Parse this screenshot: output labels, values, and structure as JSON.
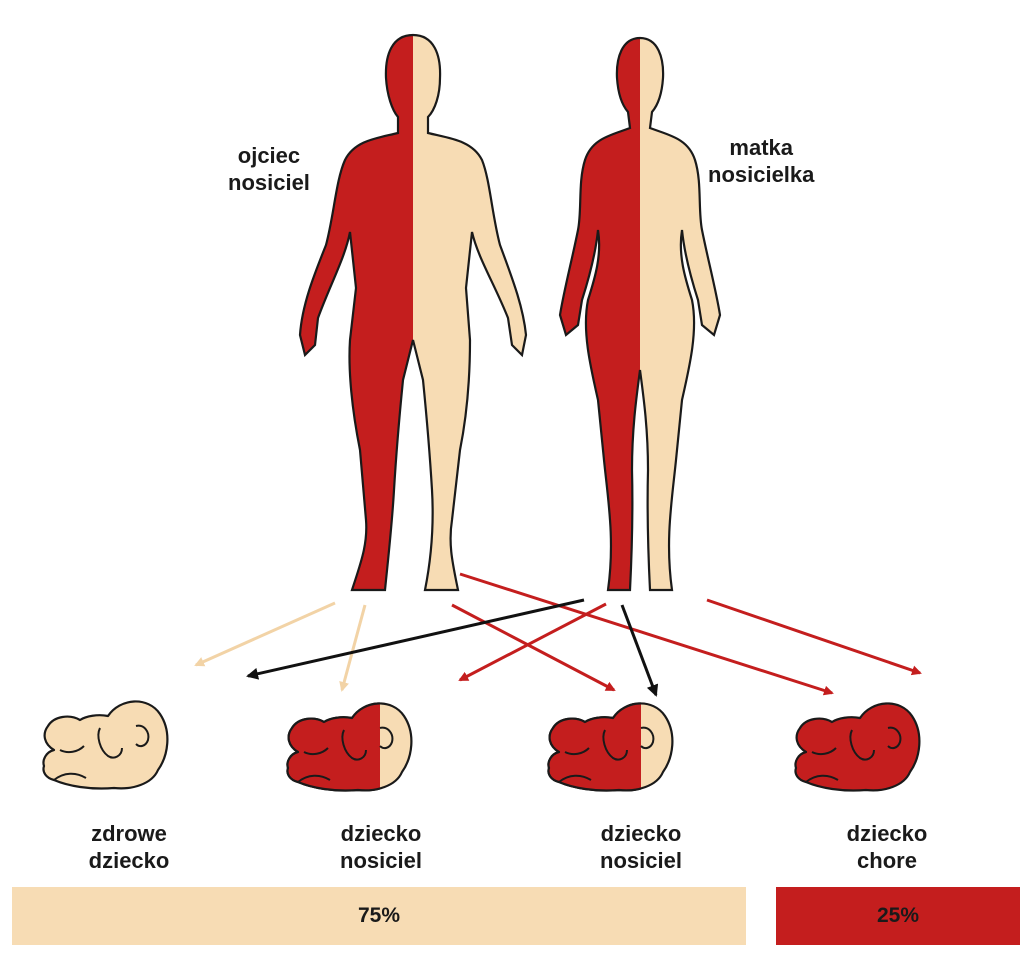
{
  "colors": {
    "affected": "#c41e1e",
    "healthy": "#f7dcb4",
    "outline": "#1a1a1a",
    "arrow_black": "#111111"
  },
  "parents": {
    "father": {
      "line1": "ojciec",
      "line2": "nosiciel"
    },
    "mother": {
      "line1": "matka",
      "line2": "nosicielka"
    }
  },
  "children": [
    {
      "line1": "zdrowe",
      "line2": "dziecko",
      "genotype": "healthy"
    },
    {
      "line1": "dziecko",
      "line2": "nosiciel",
      "genotype": "carrier"
    },
    {
      "line1": "dziecko",
      "line2": "nosiciel",
      "genotype": "carrier"
    },
    {
      "line1": "dziecko",
      "line2": "chore",
      "genotype": "affected"
    }
  ],
  "summary": {
    "healthy_percent": "75%",
    "affected_percent": "25%"
  }
}
